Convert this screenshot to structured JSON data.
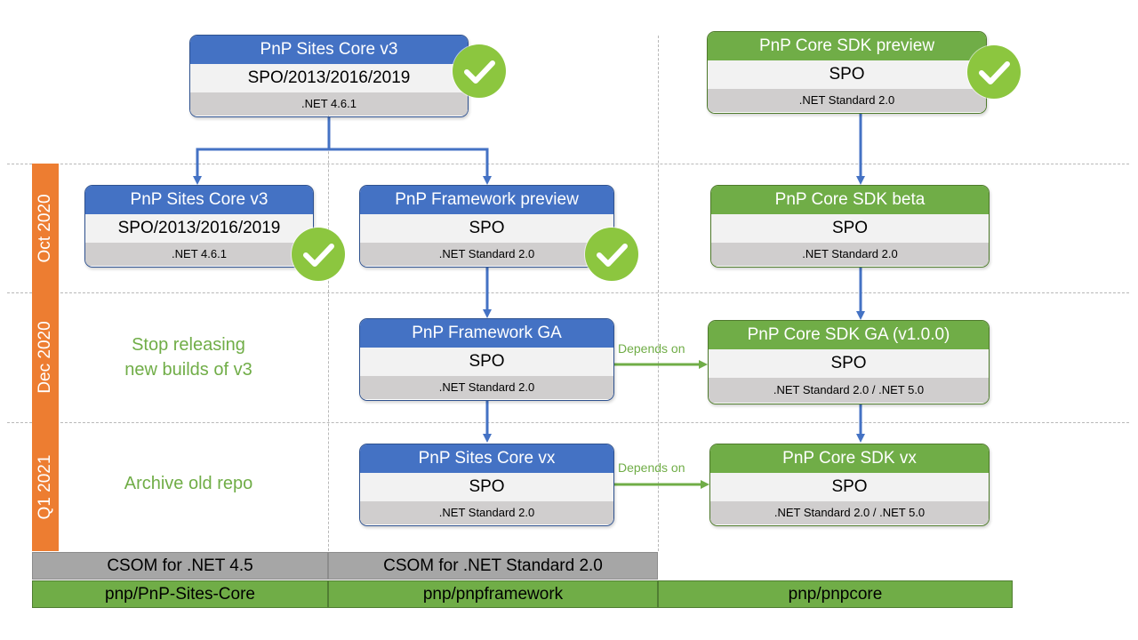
{
  "periods": [
    {
      "label": "Oct 2020"
    },
    {
      "label": "Dec 2020"
    },
    {
      "label": "Q1 2021"
    }
  ],
  "cards": {
    "top_left": {
      "title": "PnP Sites Core v3",
      "platform": "SPO/2013/2016/2019",
      "framework": ".NET 4.6.1"
    },
    "top_right": {
      "title": "PnP Core SDK preview",
      "platform": "SPO",
      "framework": ".NET Standard 2.0"
    },
    "oct_left": {
      "title": "PnP Sites Core v3",
      "platform": "SPO/2013/2016/2019",
      "framework": ".NET 4.6.1"
    },
    "oct_mid": {
      "title": "PnP Framework preview",
      "platform": "SPO",
      "framework": ".NET Standard 2.0"
    },
    "oct_right": {
      "title": "PnP Core SDK beta",
      "platform": "SPO",
      "framework": ".NET Standard 2.0"
    },
    "dec_mid": {
      "title": "PnP Framework GA",
      "platform": "SPO",
      "framework": ".NET Standard 2.0"
    },
    "dec_right": {
      "title": "PnP Core SDK GA (v1.0.0)",
      "platform": "SPO",
      "framework": ".NET Standard 2.0 / .NET 5.0"
    },
    "q1_mid": {
      "title": "PnP Sites Core vx",
      "platform": "SPO",
      "framework": ".NET Standard 2.0"
    },
    "q1_right": {
      "title": "PnP Core SDK vx",
      "platform": "SPO",
      "framework": ".NET Standard 2.0 / .NET 5.0"
    }
  },
  "notes": {
    "dec_line1": "Stop releasing",
    "dec_line2": "new builds of v3",
    "q1": "Archive old repo"
  },
  "connectors": {
    "dec_depends": "Depends on",
    "q1_depends": "Depends on"
  },
  "csom": {
    "left": "CSOM  for .NET 4.5",
    "mid": "CSOM  for .NET Standard 2.0"
  },
  "repos": {
    "left": "pnp/PnP-Sites-Core",
    "mid": "pnp/pnpframework",
    "right": "pnp/pnpcore"
  },
  "colors": {
    "blue_header": "#4472c4",
    "green_header": "#70ad47",
    "period_orange": "#ed7d31",
    "check_green": "#8cc63f",
    "connector_blue": "#4472c4",
    "depends_green": "#70ad47"
  },
  "icons": [
    "checkmark-icon",
    "arrow-down-icon",
    "arrow-right-icon"
  ]
}
